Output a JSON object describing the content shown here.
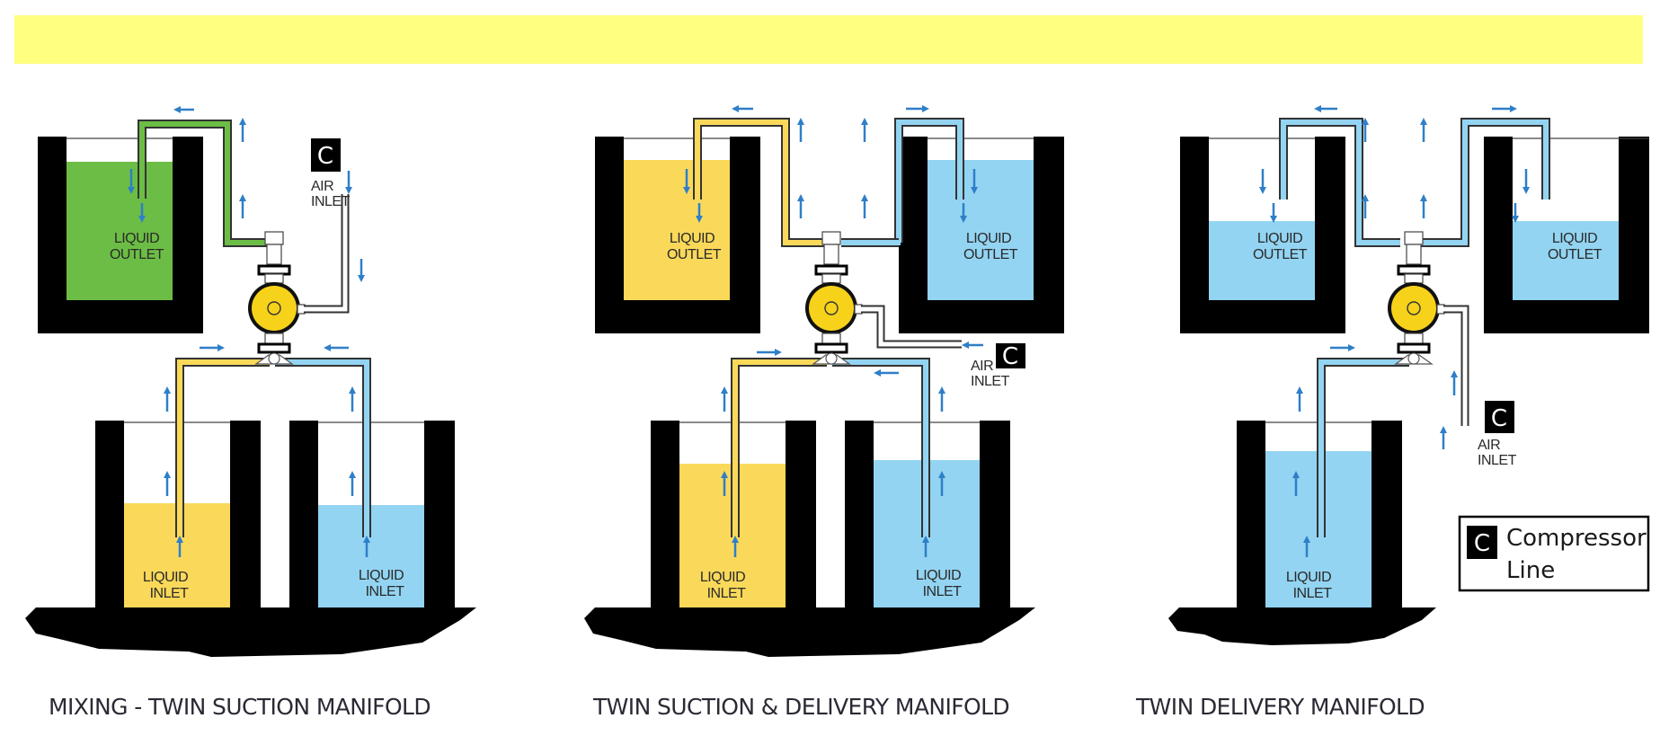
{
  "banner": {
    "color": "#ffff80"
  },
  "colors": {
    "green": "#6cbd45",
    "yellow": "#fad95a",
    "blue": "#93d4f2",
    "arrow": "#2f7fc8",
    "pump": "#f7d21a",
    "tank": "#000000"
  },
  "panels": [
    {
      "caption": "MIXING - TWIN SUCTION MANIFOLD",
      "outlet_tanks": [
        {
          "label1": "LIQUID",
          "label2": "OUTLET",
          "liquid": "green"
        }
      ],
      "inlet_tanks": [
        {
          "label1": "LIQUID",
          "label2": "INLET",
          "liquid": "yellow"
        },
        {
          "label1": "LIQUID",
          "label2": "INLET",
          "liquid": "blue"
        }
      ],
      "air_inlet": {
        "badge": "C",
        "label1": "AIR",
        "label2": "INLET"
      }
    },
    {
      "caption": "TWIN SUCTION & DELIVERY MANIFOLD",
      "outlet_tanks": [
        {
          "label1": "LIQUID",
          "label2": "OUTLET",
          "liquid": "yellow"
        },
        {
          "label1": "LIQUID",
          "label2": "OUTLET",
          "liquid": "blue"
        }
      ],
      "inlet_tanks": [
        {
          "label1": "LIQUID",
          "label2": "INLET",
          "liquid": "yellow"
        },
        {
          "label1": "LIQUID",
          "label2": "INLET",
          "liquid": "blue"
        }
      ],
      "air_inlet": {
        "badge": "C",
        "label1": "AIR",
        "label2": "INLET"
      }
    },
    {
      "caption": "TWIN DELIVERY MANIFOLD",
      "outlet_tanks": [
        {
          "label1": "LIQUID",
          "label2": "OUTLET",
          "liquid": "blue"
        },
        {
          "label1": "LIQUID",
          "label2": "OUTLET",
          "liquid": "blue"
        }
      ],
      "inlet_tanks": [
        {
          "label1": "LIQUID",
          "label2": "INLET",
          "liquid": "blue"
        }
      ],
      "air_inlet": {
        "badge": "C",
        "label1": "AIR",
        "label2": "INLET"
      }
    }
  ],
  "legend": {
    "badge": "C",
    "line1": "Compressor",
    "line2": "Line"
  }
}
